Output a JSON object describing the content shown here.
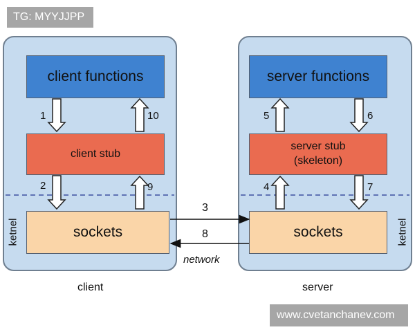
{
  "watermark_top": "TG: MYYJJPP",
  "watermark_bottom": "www.cvetanchanev.com",
  "client": {
    "functions": "client functions",
    "stub": "client stub",
    "sockets": "sockets",
    "side_label": "ketnel",
    "caption": "client"
  },
  "server": {
    "functions": "server functions",
    "stub_line1": "server stub",
    "stub_line2": "(skeleton)",
    "sockets": "sockets",
    "side_label": "ketnel",
    "caption": "server"
  },
  "network_label": "network",
  "steps": {
    "s1": "1",
    "s2": "2",
    "s3": "3",
    "s4": "4",
    "s5": "5",
    "s6": "6",
    "s7": "7",
    "s8": "8",
    "s9": "9",
    "s10": "10"
  },
  "colors": {
    "panel": "#c6dbef",
    "functions": "#3f82d0",
    "stub": "#ea6b50",
    "sockets": "#fad5a8",
    "divider": "#3b4fa0"
  }
}
